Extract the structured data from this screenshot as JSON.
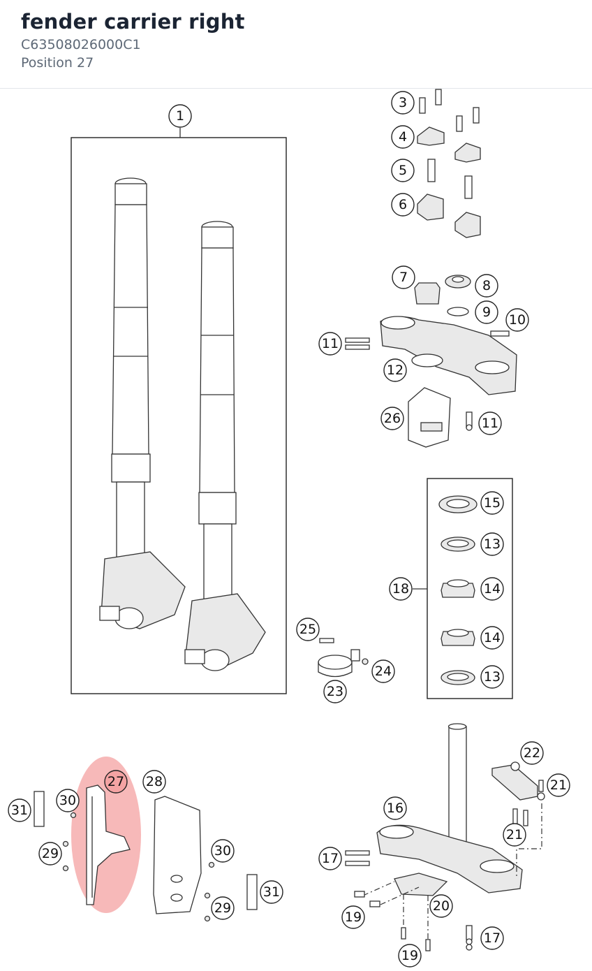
{
  "header": {
    "title": "fender carrier right",
    "part_number": "C63508026000C1",
    "position": "Position 27"
  },
  "highlight": {
    "color": "#f08080",
    "position_number": "27"
  },
  "callouts": {
    "c1": "1",
    "c3": "3",
    "c4": "4",
    "c5": "5",
    "c6": "6",
    "c7": "7",
    "c8": "8",
    "c9": "9",
    "c10": "10",
    "c11a": "11",
    "c11b": "11",
    "c12": "12",
    "c26": "26",
    "c15": "15",
    "c13a": "13",
    "c18": "18",
    "c14a": "14",
    "c14b": "14",
    "c13b": "13",
    "c25": "25",
    "c24": "24",
    "c23": "23",
    "c27": "27",
    "c28": "28",
    "c31a": "31",
    "c30a": "30",
    "c29a": "29",
    "c30b": "30",
    "c29b": "29",
    "c31b": "31",
    "c22": "22",
    "c21a": "21",
    "c16": "16",
    "c21b": "21",
    "c17a": "17",
    "c20": "20",
    "c19a": "19",
    "c17b": "17",
    "c19b": "19"
  }
}
